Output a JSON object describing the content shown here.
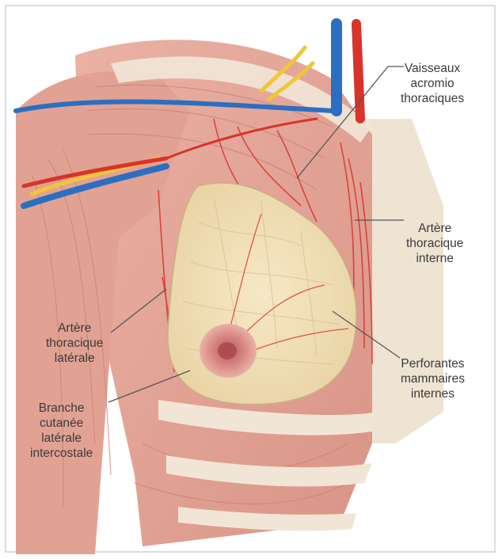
{
  "labels": {
    "vaisseaux": [
      "Vaisseaux",
      "acromio",
      "thoraciques"
    ],
    "thoracique_interne": [
      "Artère",
      "thoracique",
      "interne"
    ],
    "thoracique_laterale": [
      "Artère",
      "thoracique",
      "latérale"
    ],
    "perforantes": [
      "Perforantes",
      "mammaires",
      "internes"
    ],
    "branche": [
      "Branche",
      "cutanée",
      "latérale",
      "intercostale"
    ]
  },
  "colors": {
    "frame_border": "#d4dee3",
    "muscle": "#e6a89a",
    "muscle_dark": "#d3887a",
    "skin": "#efe3d0",
    "gland": "#f2dfb0",
    "artery": "#d8342a",
    "vein": "#2a6fc2",
    "nerve": "#f0c636",
    "label_text": "#3a3a3a",
    "leader_line": "#555555"
  },
  "illustration": {
    "subject": "Anatomie du sein – vascularisation",
    "icons": [
      "breast-gland-icon",
      "areola-icon",
      "artery-vessel-icon",
      "vein-vessel-icon",
      "nerve-icon"
    ]
  }
}
